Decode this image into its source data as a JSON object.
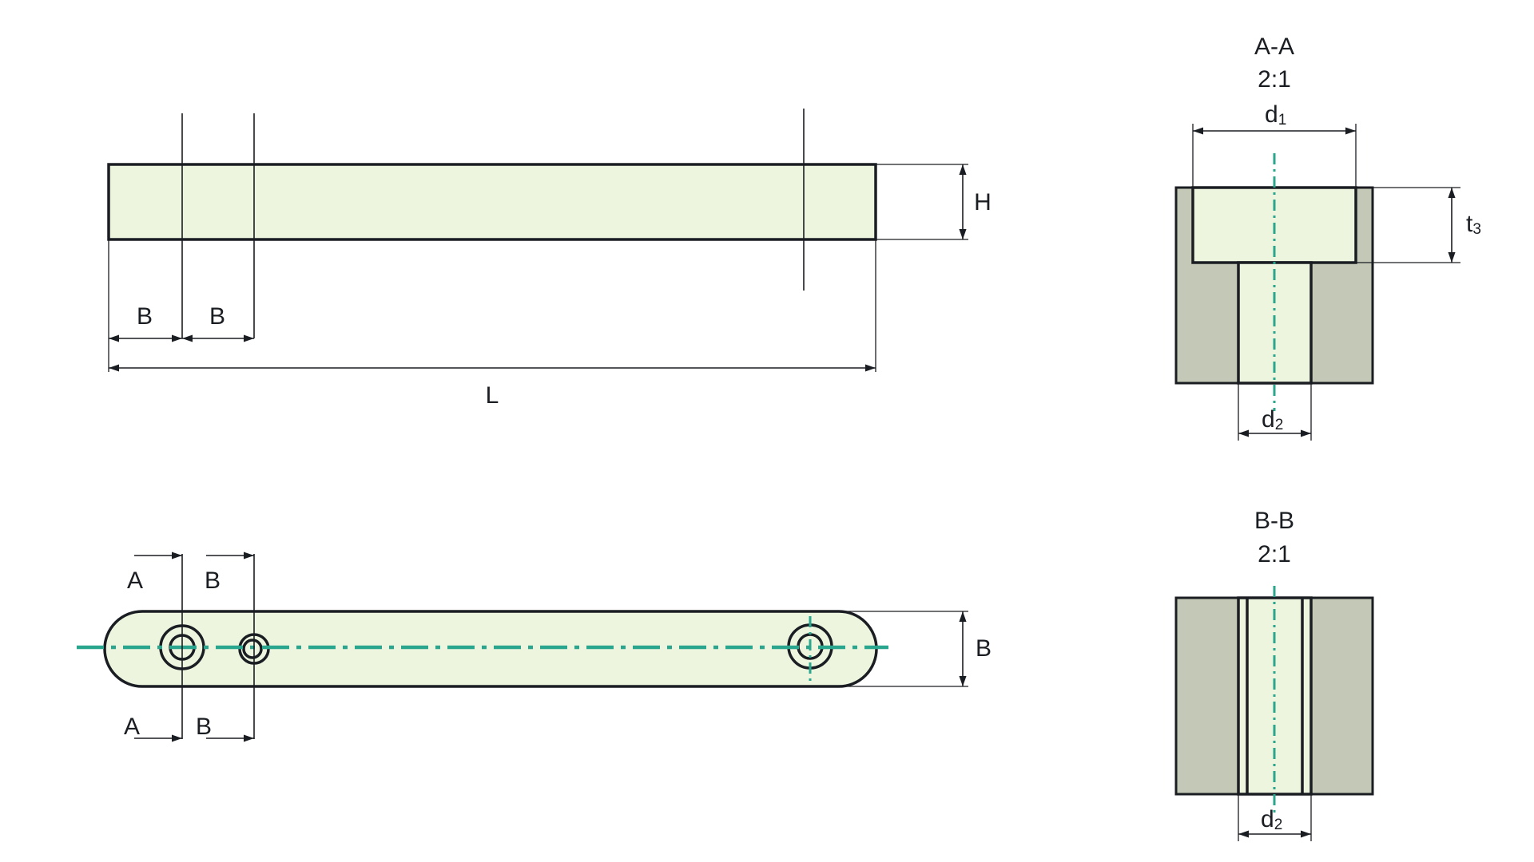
{
  "side_view": {
    "dim_b_left": "B",
    "dim_b_right": "B",
    "dim_length": "L",
    "dim_height": "H"
  },
  "top_view": {
    "cut_a_top": "A",
    "cut_a_bottom": "A",
    "cut_b_top": "B",
    "cut_b_bottom": "B",
    "dim_width": "B"
  },
  "section_aa": {
    "title": "A-A",
    "scale": "2:1",
    "dim_d1": "d",
    "dim_d1_sub": "1",
    "dim_d2": "d",
    "dim_d2_sub": "2",
    "dim_t3": "t",
    "dim_t3_sub": "3"
  },
  "section_bb": {
    "title": "B-B",
    "scale": "2:1",
    "dim_d2": "d",
    "dim_d2_sub": "2"
  },
  "colors": {
    "part_fill": "#eef5df",
    "section_fill": "#c3c9b6",
    "centerline": "#2aa58e",
    "line": "#1a1d22"
  }
}
